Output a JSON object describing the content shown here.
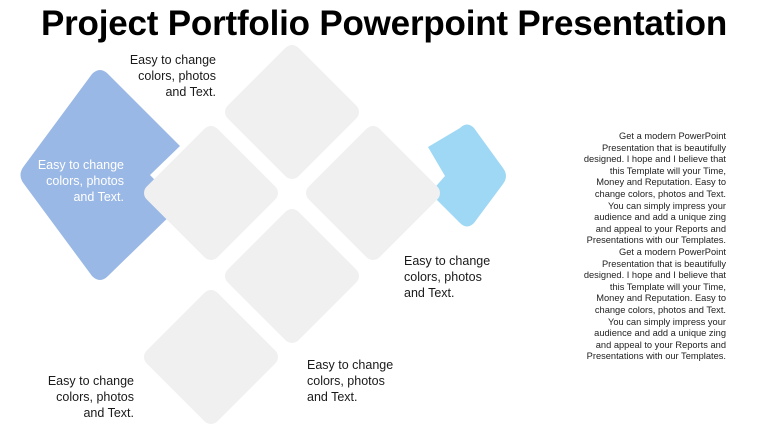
{
  "slide": {
    "title": "Project Portfolio Powerpoint Presentation",
    "colors": {
      "tile_gray": "#f0f0f0",
      "accent_blue": "#9ab8e5",
      "accent_light_blue": "#9ed8f5",
      "text": "#1a1a1a"
    },
    "captions": [
      {
        "id": "top",
        "line1": "Easy to change",
        "line2": "colors, photos",
        "line3": "and Text."
      },
      {
        "id": "blue",
        "line1": "Easy to change",
        "line2": "colors, photos",
        "line3": "and Text."
      },
      {
        "id": "right",
        "line1": "Easy to change",
        "line2": "colors, photos",
        "line3": "and Text."
      },
      {
        "id": "bottom-center",
        "line1": "Easy to change",
        "line2": "colors, photos",
        "line3": "and Text."
      },
      {
        "id": "bottom-left",
        "line1": "Easy to change",
        "line2": "colors, photos",
        "line3": "and Text."
      }
    ],
    "body_text": "Get a modern PowerPoint Presentation that is beautifully designed. I hope and I believe that this Template will your Time, Money and Reputation. Easy to change colors, photos and Text. You can simply impress your audience and add a unique zing and appeal to your Reports and Presentations with our Templates. Get a modern PowerPoint  Presentation that is beautifully designed. I hope and I believe that this Template will your Time, Money and Reputation. Easy to change colors, photos and Text. You can simply impress your audience and add a unique zing and appeal to your Reports and Presentations with our Templates."
  }
}
